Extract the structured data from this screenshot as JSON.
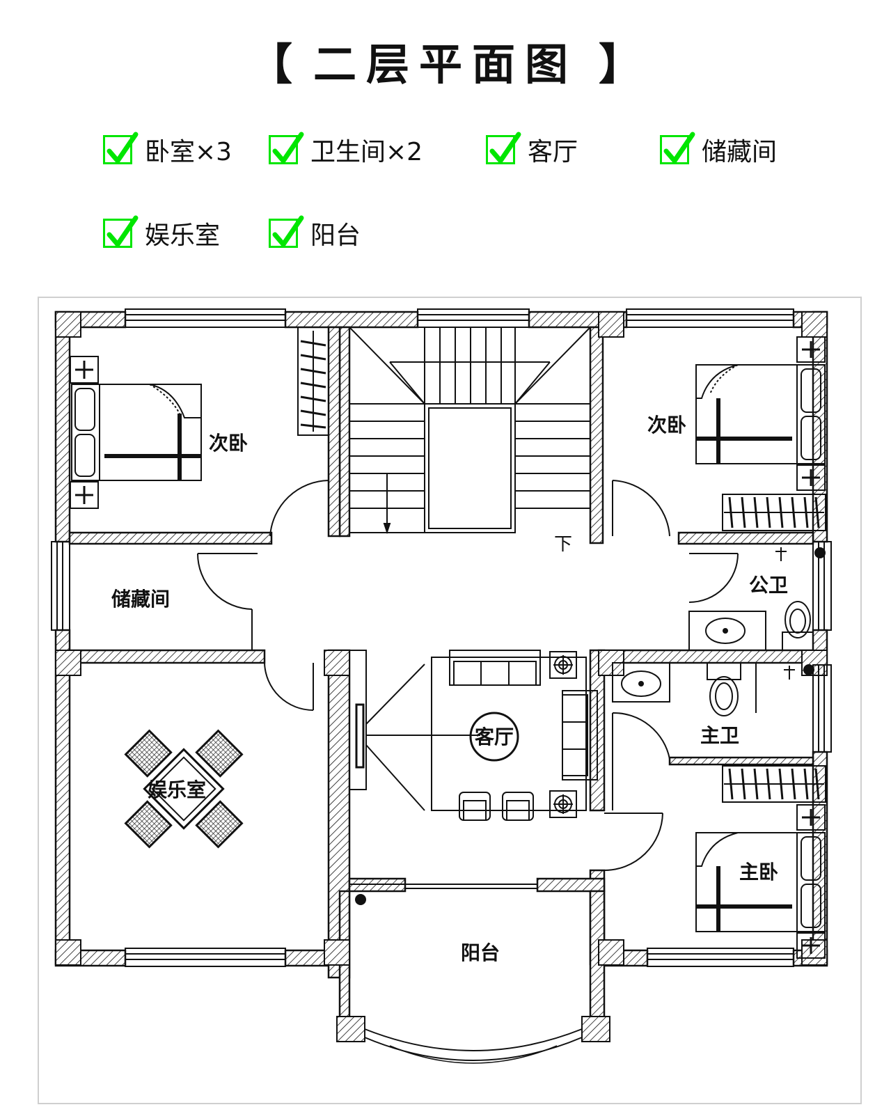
{
  "title": {
    "left": "【",
    "text": "二层平面图",
    "right": "】"
  },
  "features": [
    {
      "label": "卧室×3"
    },
    {
      "label": "卫生间×2"
    },
    {
      "label": "客厅"
    },
    {
      "label": "储藏间"
    },
    {
      "label": "娱乐室"
    },
    {
      "label": "阳台"
    }
  ],
  "check_color": "#00e600",
  "plan": {
    "rooms": {
      "bedroom_left": "次卧",
      "bedroom_right": "次卧",
      "storage": "储藏间",
      "public_bath": "公卫",
      "living": "客厅",
      "master_bath": "主卫",
      "entertainment": "娱乐室",
      "master_bedroom": "主卧",
      "balcony": "阳台",
      "stair_down": "下"
    }
  }
}
